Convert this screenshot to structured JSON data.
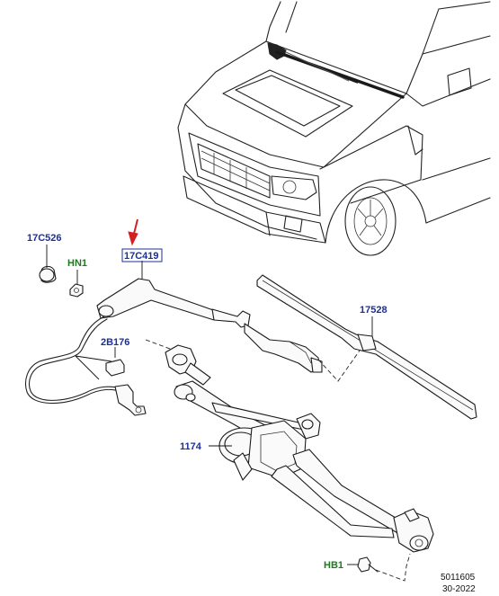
{
  "colors": {
    "blue_label": "#1a2f9c",
    "green_label": "#1d7a1d",
    "arrow": "#d42020",
    "line": "#1a1a1a"
  },
  "callouts": {
    "c17C526": "17C526",
    "cHN1": "HN1",
    "c17C419": "17C419",
    "c2B176": "2B176",
    "c17528": "17528",
    "c1174": "1174",
    "cHB1": "HB1"
  },
  "footer": {
    "ref_number": "5011605",
    "date": "30-2022"
  }
}
